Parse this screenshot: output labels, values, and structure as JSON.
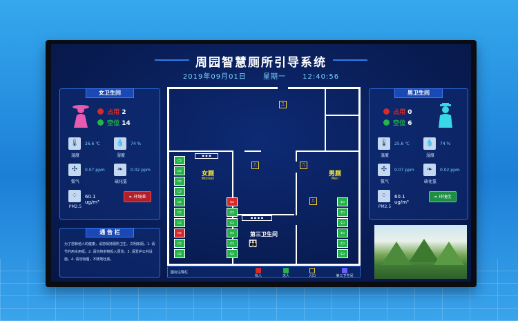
{
  "header": {
    "title": "周园智慧厕所引导系统",
    "date": "2019年09月01日",
    "weekday": "星期一",
    "time": "12:40:56"
  },
  "female_panel": {
    "title": "女卫生间",
    "occupied_label": "占用",
    "occupied_count": "2",
    "vacant_label": "空位",
    "vacant_count": "14",
    "sensors": [
      {
        "label": "温度",
        "value": "26.6 ℃"
      },
      {
        "label": "湿度",
        "value": "74 %"
      },
      {
        "label": "氨气",
        "value": "0.07 ppm"
      },
      {
        "label": "硫化氢",
        "value": "0.02 ppm"
      },
      {
        "label": "PM2.5",
        "value": "60.1 ug/m³"
      }
    ],
    "env_badge": "环境差"
  },
  "male_panel": {
    "title": "男卫生间",
    "occupied_label": "占用",
    "occupied_count": "0",
    "vacant_label": "空位",
    "vacant_count": "6",
    "sensors": [
      {
        "label": "温度",
        "value": "25.6 ℃"
      },
      {
        "label": "湿度",
        "value": "74 %"
      },
      {
        "label": "氨气",
        "value": "0.07 ppm"
      },
      {
        "label": "硫化氢",
        "value": "0.02 ppm"
      },
      {
        "label": "PM2.5",
        "value": "60.1 ug/m³"
      }
    ],
    "env_badge": "环境优"
  },
  "notice": {
    "title": "通 告 栏",
    "text": "为了您和他人的健康，请您保持厕所卫生、文明如厕。1. 请节约用水用纸。2. 请勿将杂物投入便池。3. 请爱护公共设施。4. 请勿吸烟，不随地吐痰。"
  },
  "floorplan": {
    "female_room": "女厕",
    "female_sub": "Women",
    "male_room": "男厕",
    "male_sub": "Men",
    "third_room": "第三卫生间"
  },
  "legend": {
    "title": "图标注释栏",
    "items": [
      "有人",
      "无人",
      "入口",
      "第三卫生间"
    ]
  },
  "colors": {
    "occupied": "#d92a2a",
    "vacant": "#26b34a",
    "female_figure": "#e85bb2",
    "male_figure": "#3ad7e6",
    "accent": "#ffea3a"
  }
}
